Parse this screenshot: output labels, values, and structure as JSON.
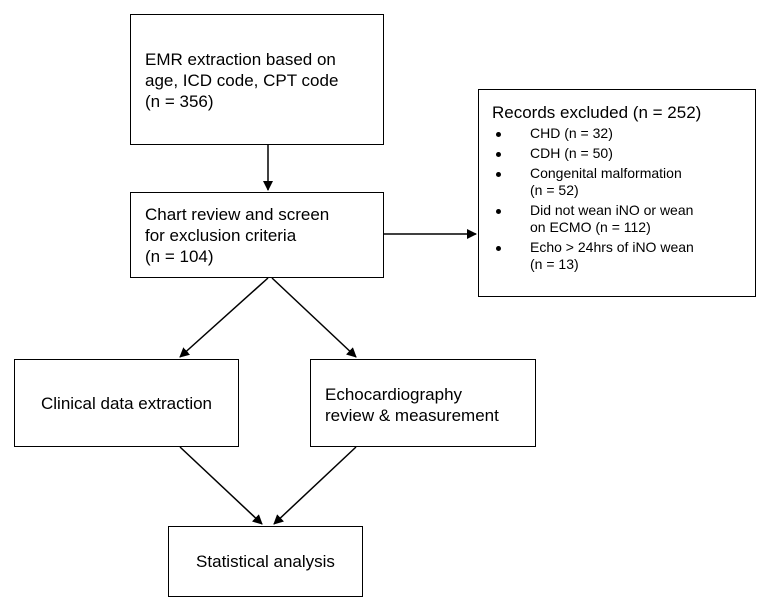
{
  "emr_box": {
    "lines": [
      "EMR extraction based on",
      "age, ICD code, CPT code",
      "(n = 356)"
    ]
  },
  "chart_review_box": {
    "lines": [
      "Chart review and screen",
      "for exclusion criteria",
      "(n = 104)"
    ]
  },
  "excluded_box": {
    "title": "Records excluded (n = 252)",
    "items": [
      {
        "lines": [
          "CHD (n = 32)"
        ]
      },
      {
        "lines": [
          "CDH (n = 50)"
        ]
      },
      {
        "lines": [
          "Congenital malformation",
          "(n = 52)"
        ]
      },
      {
        "lines": [
          "Did not wean iNO or wean",
          "on ECMO (n = 112)"
        ]
      },
      {
        "lines": [
          "Echo > 24hrs of iNO wean",
          "(n = 13)"
        ]
      }
    ]
  },
  "clinical_box": {
    "label": "Clinical data extraction"
  },
  "echo_box": {
    "lines": [
      "Echocardiography",
      "review & measurement"
    ]
  },
  "stats_box": {
    "label": "Statistical analysis"
  }
}
